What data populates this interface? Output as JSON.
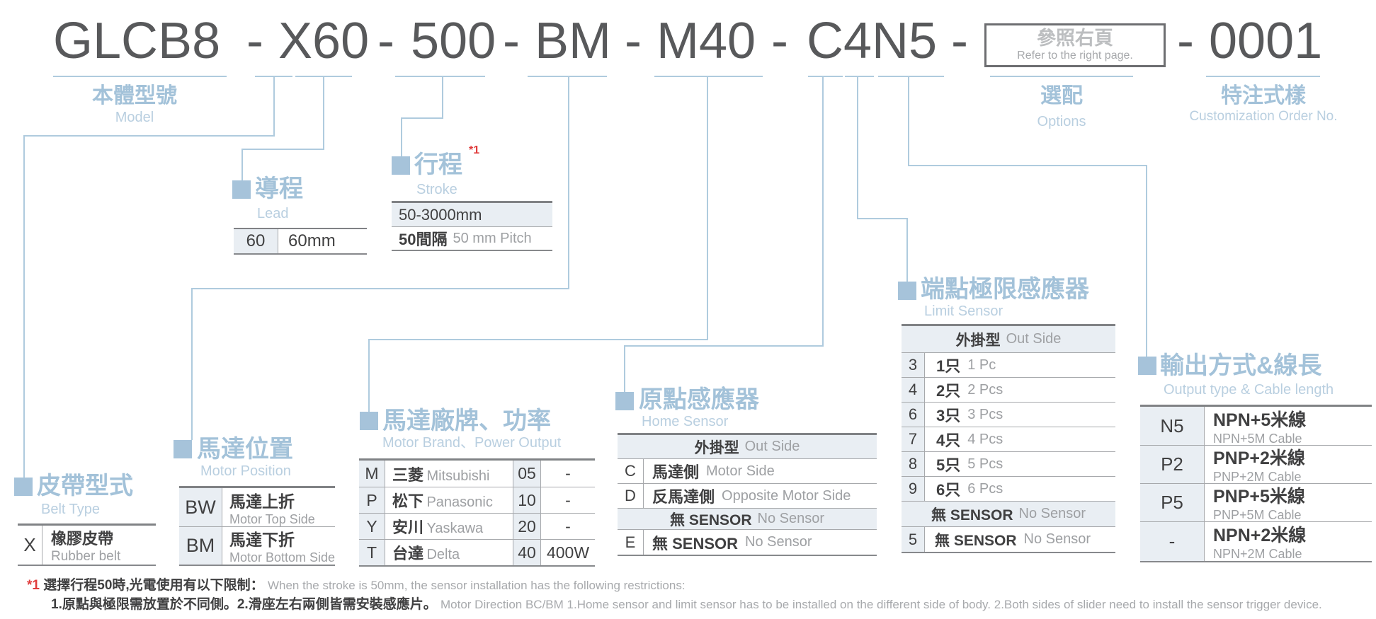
{
  "model_code": {
    "part1": "GLCB8",
    "part2": "X60",
    "part3": "500",
    "part4": "BM",
    "part5": "M40",
    "part6": "C4N5",
    "part8": "0001",
    "separator": "-",
    "options_box": {
      "zh": "參照右頁",
      "en": "Refer to the right page."
    }
  },
  "top_labels": {
    "model": {
      "zh": "本體型號",
      "en": "Model"
    },
    "options": {
      "zh": "選配",
      "en": "Options"
    },
    "custom": {
      "zh": "特注式樣",
      "en": "Customization Order No."
    }
  },
  "sections": {
    "lead": {
      "title_zh": "導程",
      "title_en": "Lead",
      "rows": [
        {
          "code": "60",
          "desc": "60mm"
        }
      ]
    },
    "stroke": {
      "title_zh": "行程",
      "title_en": "Stroke",
      "note_ref": "*1",
      "range": "50-3000mm",
      "pitch_zh": "50間隔",
      "pitch_en": "50 mm Pitch"
    },
    "belt": {
      "title_zh": "皮帶型式",
      "title_en": "Belt Type",
      "rows": [
        {
          "code": "X",
          "zh": "橡膠皮帶",
          "en": "Rubber belt"
        }
      ]
    },
    "motor_position": {
      "title_zh": "馬達位置",
      "title_en": "Motor Position",
      "rows": [
        {
          "code": "BW",
          "zh": "馬達上折",
          "en": "Motor Top Side"
        },
        {
          "code": "BM",
          "zh": "馬達下折",
          "en": "Motor Bottom Side"
        }
      ]
    },
    "motor_brand": {
      "title_zh": "馬達廠牌、功率",
      "title_en": "Motor Brand、Power Output",
      "rows": [
        {
          "code": "M",
          "zh": "三菱",
          "en": "Mitsubishi",
          "pcode": "05",
          "watt": "-"
        },
        {
          "code": "P",
          "zh": "松下",
          "en": "Panasonic",
          "pcode": "10",
          "watt": "-"
        },
        {
          "code": "Y",
          "zh": "安川",
          "en": "Yaskawa",
          "pcode": "20",
          "watt": "-"
        },
        {
          "code": "T",
          "zh": "台達",
          "en": "Delta",
          "pcode": "40",
          "watt": "400W"
        }
      ]
    },
    "home_sensor": {
      "title_zh": "原點感應器",
      "title_en": "Home Sensor",
      "header_zh": "外掛型",
      "header_en": "Out Side",
      "rows": [
        {
          "code": "C",
          "zh": "馬達側",
          "en": "Motor Side"
        },
        {
          "code": "D",
          "zh": "反馬達側",
          "en": "Opposite Motor Side"
        }
      ],
      "band_zh": "無 SENSOR",
      "band_en": "No Sensor",
      "none_row": {
        "code": "E",
        "zh": "無 SENSOR",
        "en": "No Sensor"
      }
    },
    "limit_sensor": {
      "title_zh": "端點極限感應器",
      "title_en": "Limit Sensor",
      "header_zh": "外掛型",
      "header_en": "Out Side",
      "rows": [
        {
          "code": "3",
          "zh": "1只",
          "en": "1 Pc"
        },
        {
          "code": "4",
          "zh": "2只",
          "en": "2 Pcs"
        },
        {
          "code": "6",
          "zh": "3只",
          "en": "3 Pcs"
        },
        {
          "code": "7",
          "zh": "4只",
          "en": "4 Pcs"
        },
        {
          "code": "8",
          "zh": "5只",
          "en": "5 Pcs"
        },
        {
          "code": "9",
          "zh": "6只",
          "en": "6 Pcs"
        }
      ],
      "band_zh": "無 SENSOR",
      "band_en": "No Sensor",
      "none_row": {
        "code": "5",
        "zh": "無 SENSOR",
        "en": "No Sensor"
      }
    },
    "output": {
      "title_zh": "輸出方式&線長",
      "title_en": "Output type & Cable length",
      "rows": [
        {
          "code": "N5",
          "zh": "NPN+5米線",
          "en": "NPN+5M Cable"
        },
        {
          "code": "P2",
          "zh": "PNP+2米線",
          "en": "PNP+2M Cable"
        },
        {
          "code": "P5",
          "zh": "PNP+5米線",
          "en": "PNP+5M Cable"
        },
        {
          "code": "-",
          "zh": "NPN+2米線",
          "en": "NPN+2M Cable"
        }
      ]
    }
  },
  "footnote": {
    "ref": "*1",
    "line1_zh": "選擇行程50時,光電使用有以下限制：",
    "line1_en": "When the stroke is 50mm, the sensor installation has  the following restrictions:",
    "line2_zh": "1.原點與極限需放置於不同側。2.滑座左右兩側皆需安裝感應片。",
    "line2_en": "Motor Direction BC/BM 1.Home sensor and limit sensor has to be installed on the different side of body.  2.Both sides of slider need to install the sensor trigger device."
  },
  "colors": {
    "accent_blue": "#A6C3DA",
    "line_blue": "#AFCBDE",
    "dark_text": "#58595B",
    "table_text": "#404041",
    "gray_text": "#9EA0A3",
    "light_cell_bg": "#E9EEF3",
    "note_red": "#E03C3C",
    "border_dark": "#808285"
  }
}
